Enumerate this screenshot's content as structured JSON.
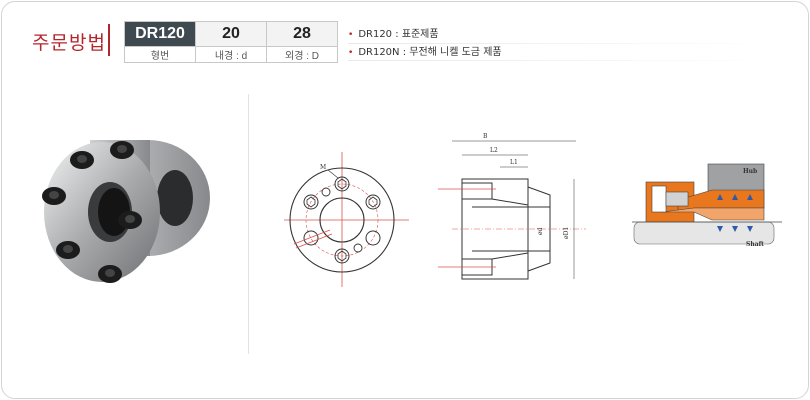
{
  "order": {
    "title": "주문방법"
  },
  "spec": {
    "model": "DR120",
    "inner_value": "20",
    "outer_value": "28",
    "model_label": "형번",
    "inner_label": "내경 : d",
    "outer_label": "외경 : D"
  },
  "notes": [
    "DR120 : 표준제품",
    "DR120N : 무전해 니켈 도금 제품"
  ],
  "drawing": {
    "label_m": "M",
    "label_b": "B",
    "label_l2": "L2",
    "label_l1": "L1",
    "label_d": "ød",
    "label_D": "øD1",
    "label_hub": "Hub",
    "label_shaft": "Shaft"
  },
  "colors": {
    "accent": "#b3262b",
    "model_bg": "#3f4a50",
    "section_orange": "#e8771d"
  }
}
